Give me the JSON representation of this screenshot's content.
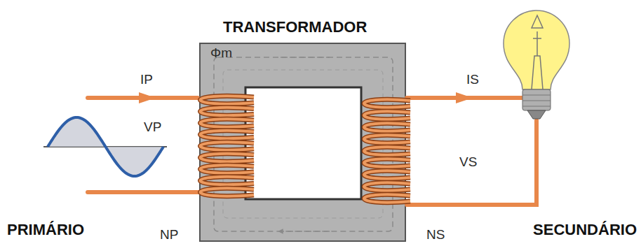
{
  "diagram": {
    "title": "TRANSFORMADOR",
    "labels": [
      "PRIMÁRIO",
      "SECUNDÁRIO",
      "IP",
      "VP",
      "Φm",
      "IS",
      "VS",
      "NP",
      "NS"
    ]
  }
}
